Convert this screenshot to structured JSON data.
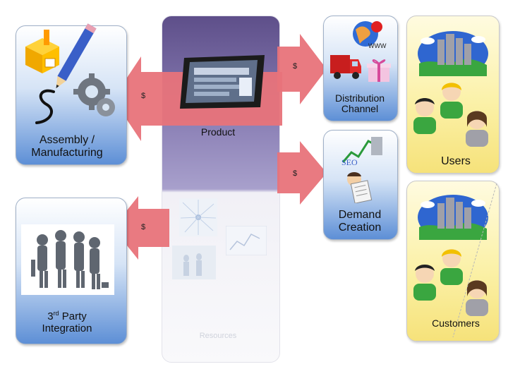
{
  "assembly": {
    "label_line1": "Assembly /",
    "label_line2": "Manufacturing"
  },
  "integration": {
    "label_sup_prefix": "3",
    "label_sup": "rd",
    "label_rest": " Party",
    "label_line2": "Integration"
  },
  "product": {
    "label": "Product"
  },
  "resources": {
    "label": "Resources"
  },
  "distribution": {
    "label_line1": "Distribution",
    "label_line2": "Channel"
  },
  "demand": {
    "label_line1": "Demand",
    "label_line2": "Creation"
  },
  "users": {
    "label": "Users"
  },
  "customers": {
    "label": "Customers"
  },
  "flows": {
    "top_right_dollar": "$",
    "top_left_dollar": "$",
    "mid_right_dollar": "$",
    "bottom_left_dollar": "$"
  },
  "icons": {
    "www": "WWW",
    "seo": "SEO"
  },
  "colors": {
    "arrow": "#e8737a",
    "product_panel": "#6b5a9a",
    "blue_box": "#5d8fd6",
    "yellow_box": "#f6e27a"
  }
}
